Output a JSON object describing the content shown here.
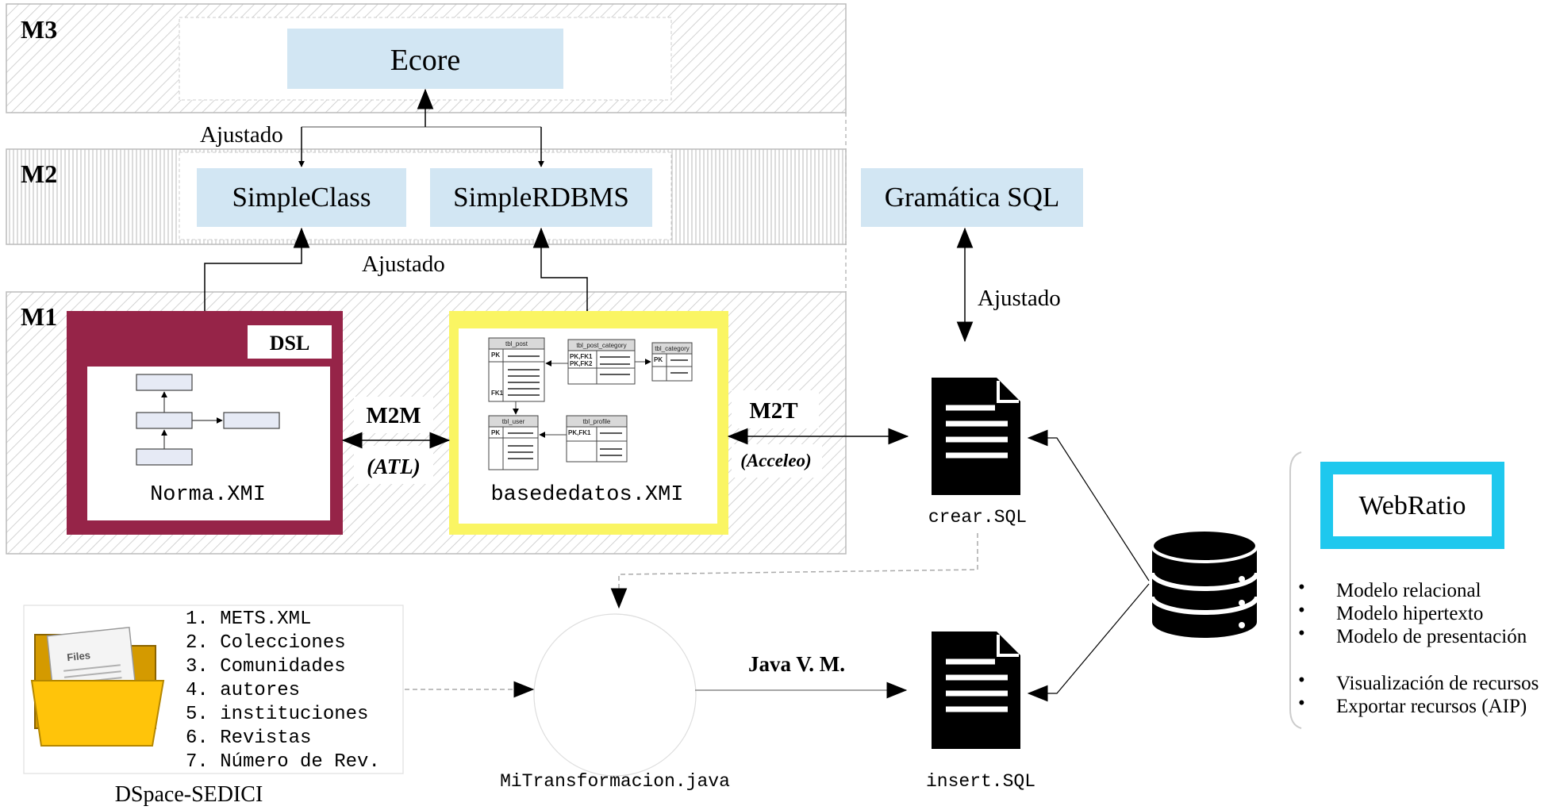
{
  "levels": {
    "m3": "M3",
    "m2": "M2",
    "m1": "M1"
  },
  "metamodels": {
    "ecore": "Ecore",
    "simpleclass": "SimpleClass",
    "simplerdbms": "SimpleRDBMS",
    "gramatica_sql": "Gramática SQL"
  },
  "relations": {
    "ajustado_m3": "Ajustado",
    "ajustado_m2": "Ajustado",
    "ajustado_sql": "Ajustado"
  },
  "models": {
    "dsl_tag": "DSL",
    "norma": "Norma.XMI",
    "basededatos": "basededatos.XMI"
  },
  "db_schema": {
    "tables": [
      "tbl_post",
      "tbl_post_category",
      "tbl_category",
      "tbl_user",
      "tbl_profile"
    ],
    "keys": {
      "pk": "PK",
      "fk1": "FK1",
      "pkfk1": "PK,FK1",
      "pkfk2": "PK,FK2"
    }
  },
  "transformations": {
    "m2m": "M2M",
    "atl": "(ATL)",
    "m2t": "M2T",
    "acceleo": "(Acceleo)",
    "javavm": "Java V. M."
  },
  "files": {
    "crear_sql": "crear.SQL",
    "insert_sql": "insert.SQL",
    "mitransformacion": "MiTransformacion.java"
  },
  "dspace": {
    "caption": "DSpace-SEDICI",
    "folder_label": "Files",
    "items": [
      "1. METS.XML",
      "2. Colecciones",
      "3. Comunidades",
      "4. autores",
      "5. instituciones",
      "6. Revistas",
      "7. Número de Rev."
    ]
  },
  "webratio": {
    "title": "WebRatio",
    "features": [
      "Modelo relacional",
      "Modelo hipertexto",
      "Modelo de presentación",
      "Visualización de recursos",
      "Exportar recursos (AIP)"
    ]
  },
  "icons": [
    "document-icon",
    "database-icon",
    "folder-icon"
  ],
  "colors": {
    "metamodel_fill": "#d2e6f3",
    "dsl_frame": "#962448",
    "xmi_frame": "#faf563",
    "webratio_frame": "#1ec8ee",
    "mini_box": "#e6eaf5"
  }
}
